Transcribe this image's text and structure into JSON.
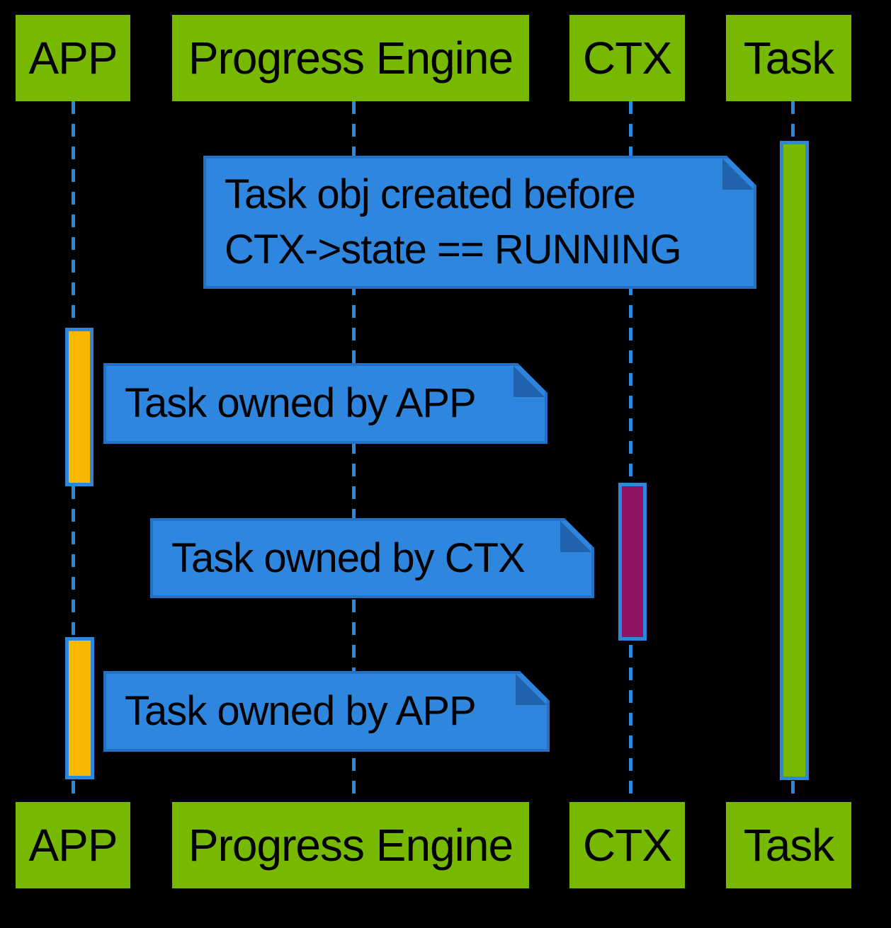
{
  "diagram": {
    "type": "sequence-diagram",
    "participants": [
      {
        "id": "app",
        "label": "APP"
      },
      {
        "id": "progress-engine",
        "label": "Progress Engine"
      },
      {
        "id": "ctx",
        "label": "CTX"
      },
      {
        "id": "task",
        "label": "Task"
      }
    ],
    "notes": [
      {
        "lines": [
          "Task obj created before",
          "CTX->state == RUNNING"
        ],
        "anchor": "progress-engine"
      },
      {
        "lines": [
          "Task owned by APP"
        ],
        "anchor": "app"
      },
      {
        "lines": [
          "Task owned by CTX"
        ],
        "anchor": "ctx"
      },
      {
        "lines": [
          "Task owned by APP"
        ],
        "anchor": "app"
      }
    ],
    "activations": [
      {
        "lifeline": "task",
        "color": "green"
      },
      {
        "lifeline": "app",
        "color": "yellow"
      },
      {
        "lifeline": "ctx",
        "color": "magenta"
      },
      {
        "lifeline": "app",
        "color": "yellow"
      }
    ],
    "colors": {
      "background": "#000000",
      "participant_green": "#76b900",
      "note_blue": "#2e86de",
      "note_border": "#2371c5",
      "note_fold": "#2163ad",
      "lifeline_blue": "#2e86de",
      "activation_yellow": "#f8b800",
      "activation_magenta": "#8e1463",
      "activation_green": "#76b900",
      "text": "#000000"
    }
  }
}
